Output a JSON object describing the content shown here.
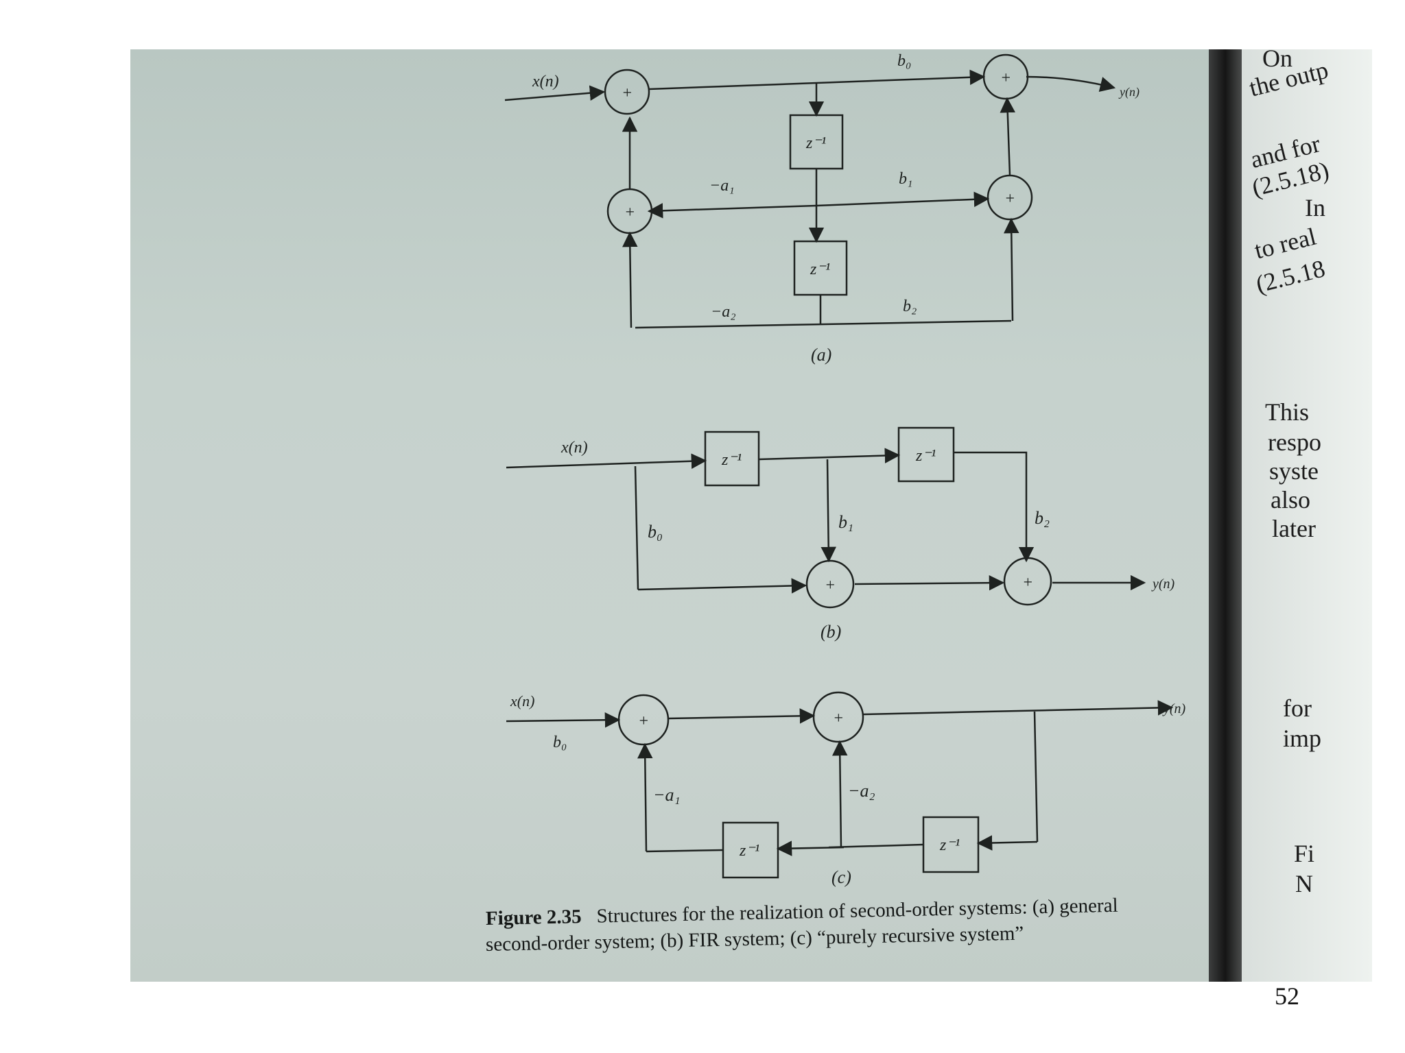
{
  "diagram_a": {
    "input": "x(n)",
    "output": "y(n)",
    "delay": "z⁻¹",
    "adder": "+",
    "coef_b0": "b₀",
    "coef_b1": "b₁",
    "coef_b2": "b₂",
    "coef_a1": "−a₁",
    "coef_a2": "−a₂",
    "label": "(a)"
  },
  "diagram_b": {
    "input": "x(n)",
    "output": "y(n)",
    "delay": "z⁻¹",
    "adder": "+",
    "coef_b0": "b₀",
    "coef_b1": "b₁",
    "coef_b2": "b₂",
    "label": "(b)"
  },
  "diagram_c": {
    "input": "x(n)",
    "output": "y(n)",
    "delay": "z⁻¹",
    "adder": "+",
    "coef_b0": "b₀",
    "coef_a1": "−a₁",
    "coef_a2": "−a₂",
    "label": "(c)"
  },
  "caption": {
    "number": "Figure 2.35",
    "line1": "Structures for the realization of second-order systems: (a) general",
    "line2": "second-order system; (b) FIR system; (c) “purely recursive system”"
  },
  "right_page": {
    "fragments": [
      "On",
      "the outp",
      "and for",
      "(2.5.18)",
      "In",
      "to real",
      "(2.5.18",
      "This",
      "respo",
      "syste",
      "also",
      "later",
      "for",
      "imp",
      "Fi",
      "N"
    ]
  },
  "page_number": "52"
}
